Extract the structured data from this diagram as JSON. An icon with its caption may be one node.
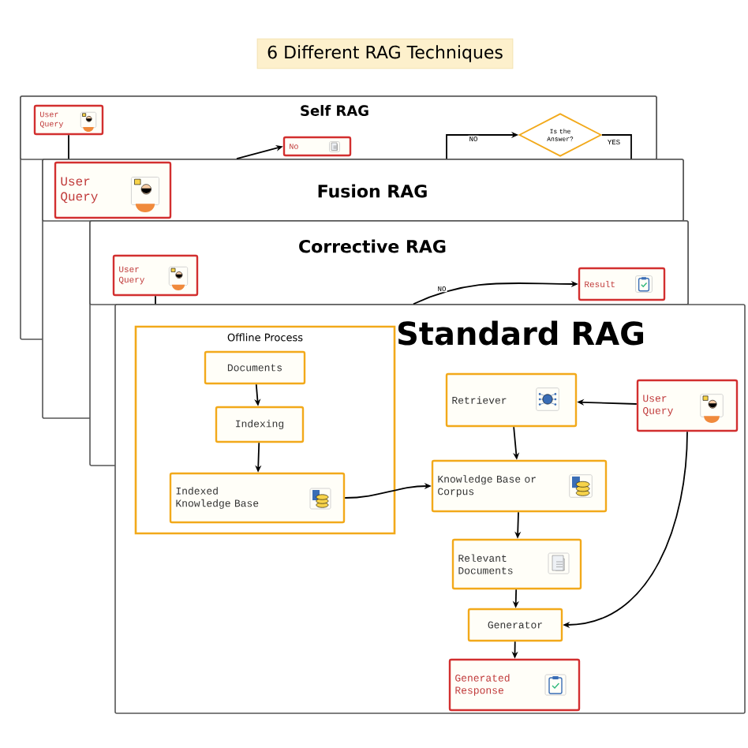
{
  "diagram": {
    "title": "6 Different RAG Techniques",
    "nodes": [
      {
        "text": [
          "Self RAG"
        ]
      },
      {
        "text": [
          "User Query"
        ],
        "in": 0
      },
      {
        "text": [
          "No"
        ],
        "in": 0
      },
      {
        "text": [
          "Is the Answer?"
        ],
        "in": 0
      },
      {
        "text": [
          "Fusion RAG"
        ]
      },
      {
        "text": [
          "User Query"
        ],
        "in": 4
      },
      {
        "text": [
          "Corrective RAG"
        ]
      },
      {
        "text": [
          "User Query"
        ],
        "in": 6
      },
      {
        "text": [
          "Result"
        ],
        "in": 6
      },
      {
        "text": [
          "Standard RAG"
        ]
      },
      {
        "text": [
          "Offline Process"
        ],
        "in": 9
      },
      {
        "text": [
          "Documents"
        ],
        "in": 10
      },
      {
        "text": [
          "Indexing"
        ],
        "in": 10
      },
      {
        "text": [
          "Indexed Knowledge Base"
        ],
        "in": 10
      },
      {
        "text": [
          "Retriever"
        ],
        "in": 9
      },
      {
        "text": [
          "User Query"
        ],
        "in": 9
      },
      {
        "text": [
          "Knowledge Base or Corpus"
        ],
        "in": 9
      },
      {
        "text": [
          "Relevant Documents"
        ],
        "in": 9
      },
      {
        "text": [
          "Generator"
        ],
        "in": 9
      },
      {
        "text": [
          "Generated Response"
        ],
        "in": 9
      }
    ],
    "edges": [
      {
        "from": 4,
        "to": 2,
        "arrow": "to"
      },
      {
        "from": 4,
        "to": 3,
        "arrow": "to",
        "label": "NO"
      },
      {
        "from": 3,
        "to": 4,
        "arrow": "none",
        "label": "YES"
      },
      {
        "from": 1,
        "to": 4,
        "arrow": "none"
      },
      {
        "from": 7,
        "to": 9,
        "arrow": "none"
      },
      {
        "from": 9,
        "to": 8,
        "arrow": "to",
        "label": "NO"
      },
      {
        "from": 11,
        "to": 12,
        "arrow": "to"
      },
      {
        "from": 12,
        "to": 13,
        "arrow": "to"
      },
      {
        "from": 13,
        "to": 16,
        "arrow": "to"
      },
      {
        "from": 15,
        "to": 14,
        "arrow": "to"
      },
      {
        "from": 14,
        "to": 16,
        "arrow": "to"
      },
      {
        "from": 16,
        "to": 17,
        "arrow": "to"
      },
      {
        "from": 17,
        "to": 18,
        "arrow": "to"
      },
      {
        "from": 15,
        "to": 18,
        "arrow": "to"
      },
      {
        "from": 18,
        "to": 19,
        "arrow": "to"
      }
    ]
  }
}
